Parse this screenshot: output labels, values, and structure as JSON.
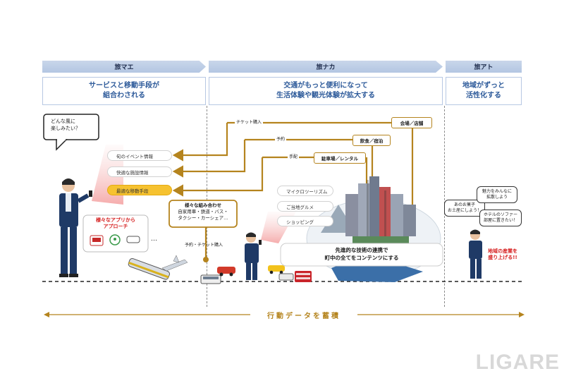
{
  "phases": [
    {
      "label": "旅マエ",
      "sub": [
        "サービスと移動手段が",
        "組合わされる"
      ]
    },
    {
      "label": "旅ナカ",
      "sub": [
        "交通がもっと便利になって",
        "生活体験や観光体験が拡大する"
      ]
    },
    {
      "label": "旅アト",
      "sub": [
        "地域がずっと",
        "活性化する"
      ]
    }
  ],
  "left": {
    "question": [
      "どんな風に",
      "楽しみたい？"
    ],
    "info_items": [
      "旬のイベント情報",
      "快適な施設情報",
      "最適な移動手段"
    ],
    "approach": [
      "様々なアプリから",
      "アプローチ"
    ],
    "combination": [
      "様々な組み合わせ",
      "自家用車・鉄道・バス・",
      "タクシー・カーシェア…"
    ],
    "reserve_ticket": "予約・チケット購入",
    "app_icons": [
      "bus-icon",
      "map-pin-icon",
      "car-icon"
    ],
    "ellipsis": "…"
  },
  "middle": {
    "flow_labels": [
      "チケット購入",
      "予約",
      "手配"
    ],
    "destinations": [
      "会場／店舗",
      "飲食／宿泊",
      "駐車場／レンタル"
    ],
    "activities": [
      "マイクロツーリズム",
      "ご当地グルメ",
      "ショッピング"
    ],
    "city_caption": [
      "先進的な技術の連携で",
      "町中の全てをコンテンツにする"
    ]
  },
  "right": {
    "bubbles": [
      [
        "あのお菓子",
        "お土産にしよう！"
      ],
      [
        "魅力をみんなに",
        "拡散しよう"
      ],
      [
        "ホテルのソファー",
        "部屋に置きたい！"
      ]
    ],
    "caption": [
      "地域の産業を",
      "盛り上げる!!"
    ]
  },
  "bottom": {
    "data_label": "行動データを蓄積"
  },
  "logo": "LIGARE",
  "colors": {
    "accent": "#b5841e",
    "phase_bg": "#c2d1e8",
    "title_blue": "#2d5a9a",
    "highlight": "#f6c230",
    "red": "#d62020"
  }
}
